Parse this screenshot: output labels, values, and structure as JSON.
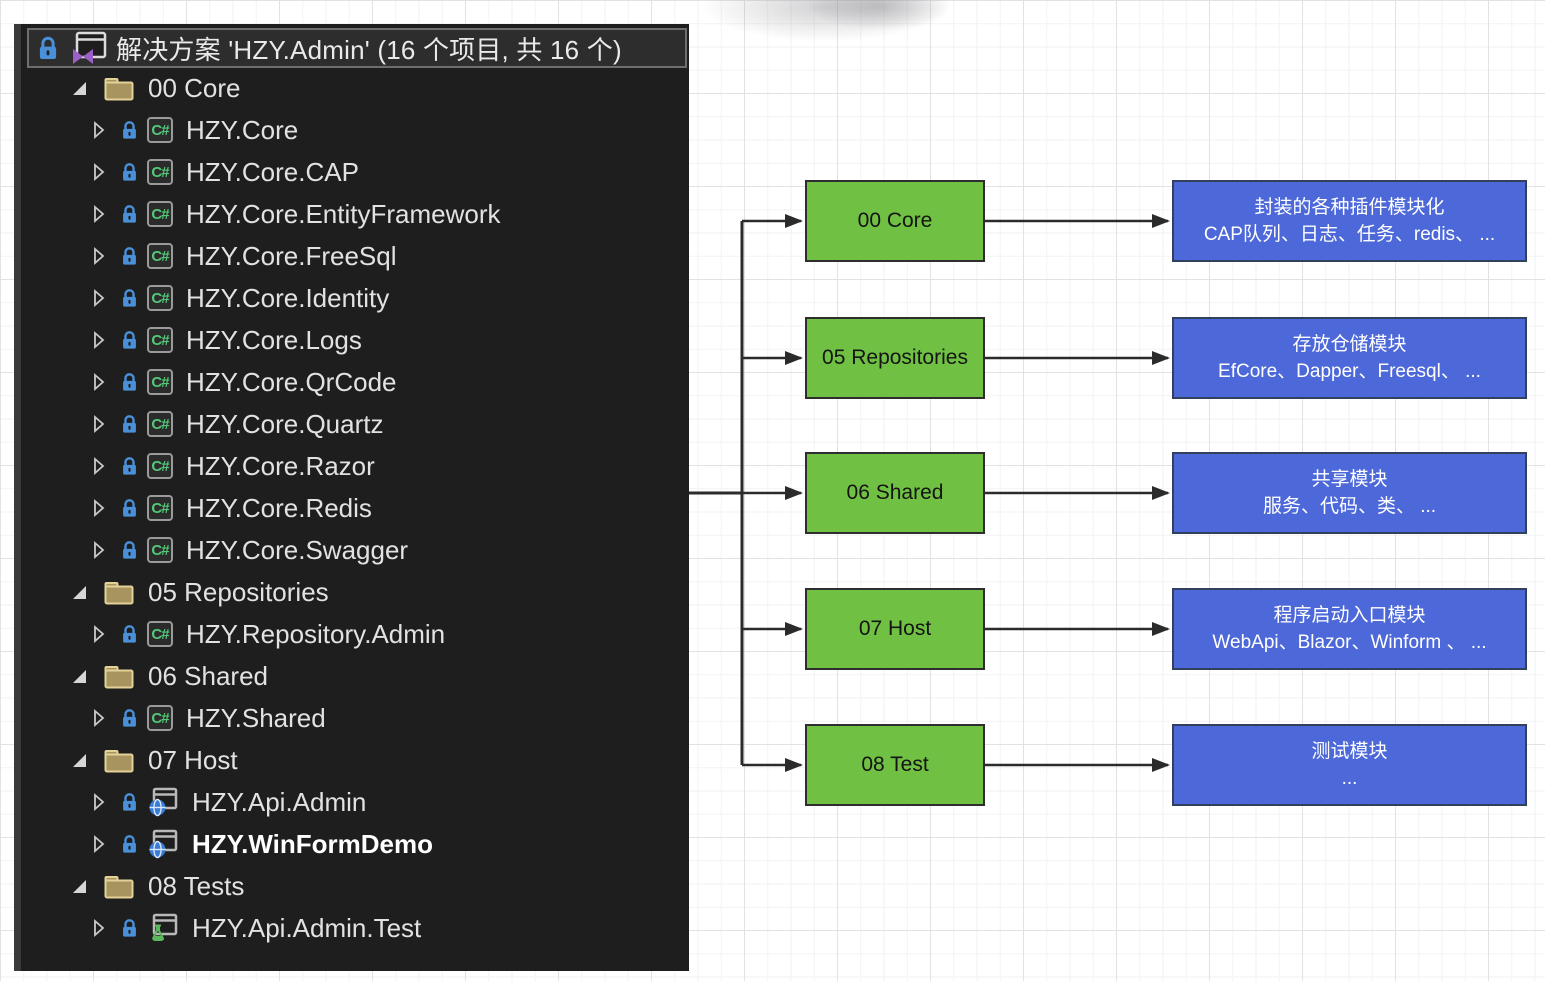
{
  "solution_explorer": {
    "title": "解决方案 'HZY.Admin' (16 个项目, 共 16 个)",
    "items": [
      {
        "type": "folder",
        "label": "00 Core"
      },
      {
        "type": "csproj",
        "label": "HZY.Core"
      },
      {
        "type": "csproj",
        "label": "HZY.Core.CAP"
      },
      {
        "type": "csproj",
        "label": "HZY.Core.EntityFramework"
      },
      {
        "type": "csproj",
        "label": "HZY.Core.FreeSql"
      },
      {
        "type": "csproj",
        "label": "HZY.Core.Identity"
      },
      {
        "type": "csproj",
        "label": "HZY.Core.Logs"
      },
      {
        "type": "csproj",
        "label": "HZY.Core.QrCode"
      },
      {
        "type": "csproj",
        "label": "HZY.Core.Quartz"
      },
      {
        "type": "csproj",
        "label": "HZY.Core.Razor"
      },
      {
        "type": "csproj",
        "label": "HZY.Core.Redis"
      },
      {
        "type": "csproj",
        "label": "HZY.Core.Swagger"
      },
      {
        "type": "folder",
        "label": "05 Repositories"
      },
      {
        "type": "csproj",
        "label": "HZY.Repository.Admin"
      },
      {
        "type": "folder",
        "label": "06 Shared"
      },
      {
        "type": "csproj",
        "label": "HZY.Shared"
      },
      {
        "type": "folder",
        "label": "07 Host"
      },
      {
        "type": "web",
        "label": "HZY.Api.Admin"
      },
      {
        "type": "web",
        "label": "HZY.WinFormDemo",
        "bold": true
      },
      {
        "type": "folder",
        "label": "08 Tests"
      },
      {
        "type": "test",
        "label": "HZY.Api.Admin.Test"
      }
    ]
  },
  "diagram": {
    "nodes": [
      {
        "label": "00 Core",
        "desc_line1": "封装的各种插件模块化",
        "desc_line2": "CAP队列、日志、任务、redis、 ..."
      },
      {
        "label": "05 Repositories",
        "desc_line1": "存放仓储模块",
        "desc_line2": "EfCore、Dapper、Freesql、 ..."
      },
      {
        "label": "06 Shared",
        "desc_line1": "共享模块",
        "desc_line2": "服务、代码、类、 ..."
      },
      {
        "label": "07 Host",
        "desc_line1": "程序启动入口模块",
        "desc_line2": "WebApi、Blazor、Winform 、 ..."
      },
      {
        "label": "08 Test",
        "desc_line1": "测试模块",
        "desc_line2": "..."
      }
    ]
  },
  "icons": {
    "csharp_badge": "C#",
    "lock": "padlock",
    "solution": "vs-solution-window",
    "folder": "folder",
    "web": "web-application-globe-window",
    "test": "test-flask-window",
    "expander_expanded": "filled-triangle",
    "expander_collapsed": "outline-triangle-right"
  },
  "colors": {
    "node_green": "#70c043",
    "desc_blue": "#4d68d8",
    "connector": "#2b2b2b",
    "panel_bg": "#1e1e1e",
    "lock_blue": "#4a90d9"
  }
}
